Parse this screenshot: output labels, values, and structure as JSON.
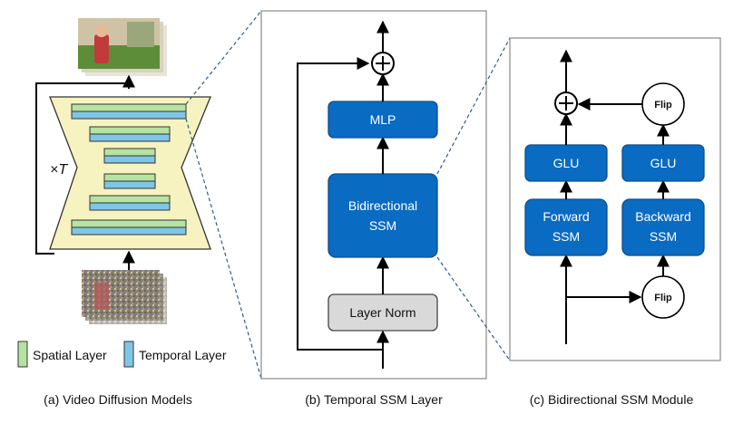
{
  "panel_a": {
    "times_t": "×T",
    "legend": {
      "spatial": "Spatial Layer",
      "temporal": "Temporal Layer"
    },
    "caption": "(a) Video Diffusion Models"
  },
  "panel_b": {
    "mlp": "MLP",
    "ssm_line1": "Bidirectional",
    "ssm_line2": "SSM",
    "layer_norm": "Layer Norm",
    "caption": "(b) Temporal SSM Layer"
  },
  "panel_c": {
    "glu_left": "GLU",
    "glu_right": "GLU",
    "forward_line1": "Forward",
    "forward_line2": "SSM",
    "backward_line1": "Backward",
    "backward_line2": "SSM",
    "flip_top": "Flip",
    "flip_bottom": "Flip",
    "caption": "(c) Bidirectional SSM Module"
  },
  "colors": {
    "block_blue": "#0a6bc2",
    "block_blue_border": "#0b4f8c",
    "layer_norm_gray": "#d9d9d9",
    "unet_yellow": "#f7f3c0",
    "spatial_green": "#b6e3a1",
    "temporal_blue": "#7fc6e6",
    "dashed_connector": "#2f5d8a"
  }
}
